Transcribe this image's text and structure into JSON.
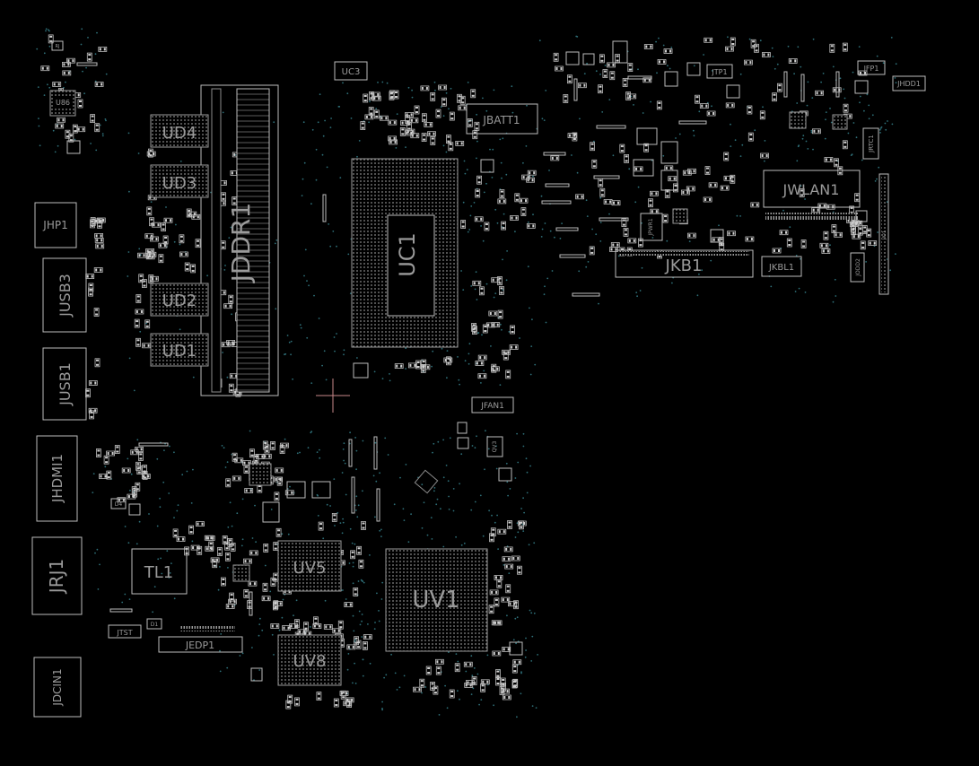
{
  "board": {
    "background": "#000000",
    "outline_color": "#bdbdbd",
    "via_color": "#2e6f78",
    "marker_color": "#c8888a"
  },
  "components": {
    "uc1": "UC1",
    "jddr1": "JDDR1",
    "ud1": "UD1",
    "ud2": "UD2",
    "ud3": "UD3",
    "ud4": "UD4",
    "uc3": "UC3",
    "jbatt1": "JBATT1",
    "jwlan1": "JWLAN1",
    "jkb1": "JKB1",
    "jkbl1": "JKBL1",
    "jfan1": "JFAN1",
    "jhp1": "JHP1",
    "jusb3": "JUSB3",
    "jusb1": "JUSB1",
    "jhdmi1": "JHDMI1",
    "jrj1": "JRJ1",
    "tl1": "TL1",
    "jdcin1": "JDCIN1",
    "jedp1": "JEDP1",
    "jtst": "JTST",
    "uv1": "UV1",
    "uv5": "UV5",
    "uv8": "UV8",
    "u86": "U86",
    "jtp1": "JTP1",
    "jfp1": "JFP1",
    "jhdd1": "JHDD1",
    "jrtc1": "JRTC1",
    "jodd2": "JODD2",
    "jpwr1": "JPWR1",
    "jio1": "JIO1",
    "d4": "D4",
    "qv3": "QV3",
    "d1": "D1",
    "rj": "RJ"
  }
}
